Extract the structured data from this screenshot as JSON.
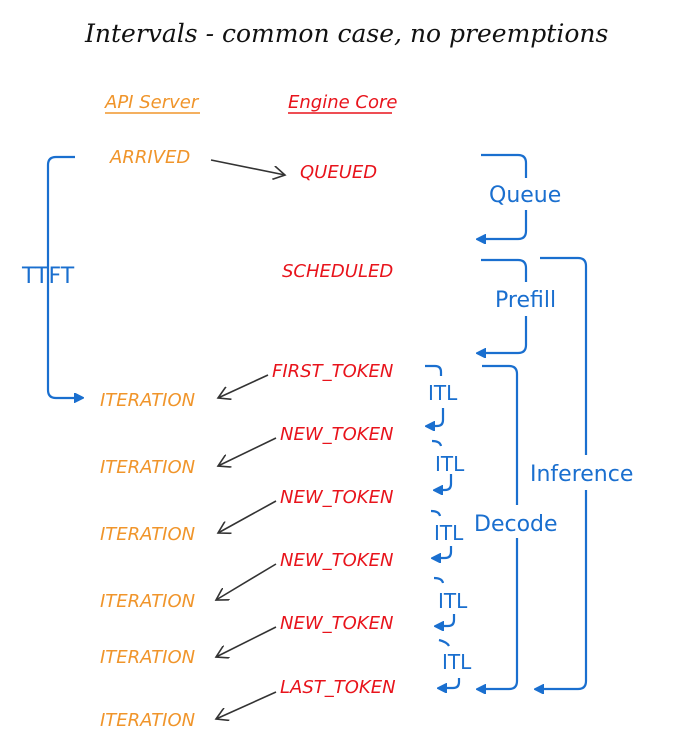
{
  "title": "Intervals - common case, no preemptions",
  "columns": {
    "api_server": "API Server",
    "engine_core": "Engine Core"
  },
  "api_states": [
    "ARRIVED",
    "ITERATION",
    "ITERATION",
    "ITERATION",
    "ITERATION",
    "ITERATION",
    "ITERATION"
  ],
  "engine_states": [
    "QUEUED",
    "SCHEDULED",
    "FIRST_TOKEN",
    "NEW_TOKEN",
    "NEW_TOKEN",
    "NEW_TOKEN",
    "NEW_TOKEN",
    "LAST_TOKEN"
  ],
  "intervals": {
    "ttft": "TTFT",
    "queue": "Queue",
    "prefill": "Prefill",
    "inference": "Inference",
    "decode": "Decode",
    "itl": [
      "ITL",
      "ITL",
      "ITL",
      "ITL",
      "ITL"
    ]
  },
  "colors": {
    "api": "#f0952b",
    "engine": "#e8141c",
    "interval": "#1a6fcf"
  }
}
